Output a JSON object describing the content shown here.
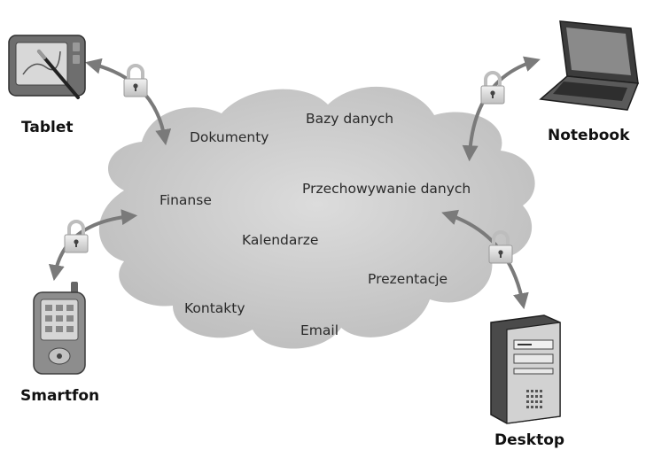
{
  "cloud_services": {
    "databases": "Bazy danych",
    "documents": "Dokumenty",
    "storage": "Przechowywanie danych",
    "finance": "Finanse",
    "calendars": "Kalendarze",
    "presentations": "Prezentacje",
    "contacts": "Kontakty",
    "email": "Email"
  },
  "devices": {
    "tablet": "Tablet",
    "notebook": "Notebook",
    "smartphone": "Smartfon",
    "desktop": "Desktop"
  },
  "colors": {
    "cloud_fill": "#c8c8c8",
    "arrow": "#7a7a7a",
    "lock_body": "#d9d9d9",
    "device_dark": "#3c3c3c"
  }
}
